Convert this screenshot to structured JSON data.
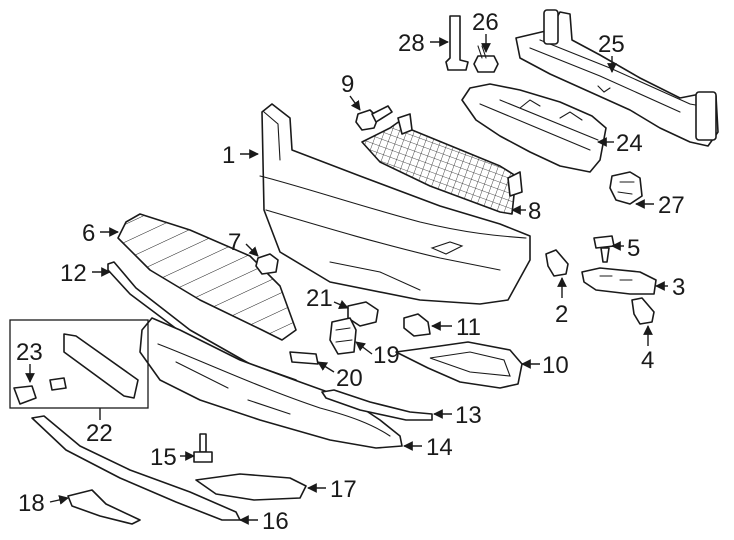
{
  "diagram": {
    "callouts": [
      "1",
      "2",
      "3",
      "4",
      "5",
      "6",
      "7",
      "8",
      "9",
      "10",
      "11",
      "12",
      "13",
      "14",
      "15",
      "16",
      "17",
      "18",
      "19",
      "20",
      "21",
      "22",
      "23",
      "24",
      "25",
      "26",
      "27",
      "28"
    ]
  },
  "colors": {
    "ink": "#1a1a1a",
    "background": "#ffffff"
  }
}
